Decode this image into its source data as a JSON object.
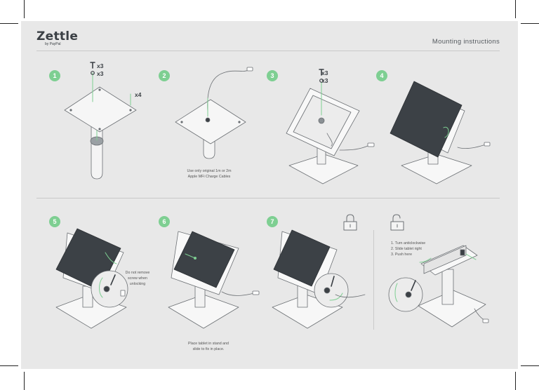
{
  "header": {
    "brand": "Zettle",
    "brand_sub": "by PayPal",
    "title": "Mounting instructions"
  },
  "steps": [
    {
      "number": "1"
    },
    {
      "number": "2"
    },
    {
      "number": "3"
    },
    {
      "number": "4"
    },
    {
      "number": "5"
    },
    {
      "number": "6"
    },
    {
      "number": "7"
    }
  ],
  "counts": {
    "step1_screws": "x3",
    "step1_washers": "x3",
    "step1_base_screws": "x4",
    "step3_screws": "x3",
    "step3_washers": "x3"
  },
  "captions": {
    "step2_line1": "Use only original 1m or 2m",
    "step2_line2": "Apple MFi Charge Cables",
    "step5_line1": "Do not remove",
    "step5_line2": "screw when",
    "step5_line3": "unlocking",
    "step6_line1": "Place tablet in stand and",
    "step6_line2": "slide to fix in place.",
    "unlock_line1": "1. Turn anticlockwise",
    "unlock_line2": "2. Slide tablet right",
    "unlock_line3": "3. Push here"
  },
  "icons": [
    "padlock-locked-icon",
    "padlock-unlocked-icon",
    "screw-icon",
    "washer-icon",
    "arrow-icon"
  ],
  "colors": {
    "sheet": "#e8e8e8",
    "accent_green": "#7ecf92",
    "tablet_screen": "#3c4146",
    "line": "#6b6f73"
  }
}
